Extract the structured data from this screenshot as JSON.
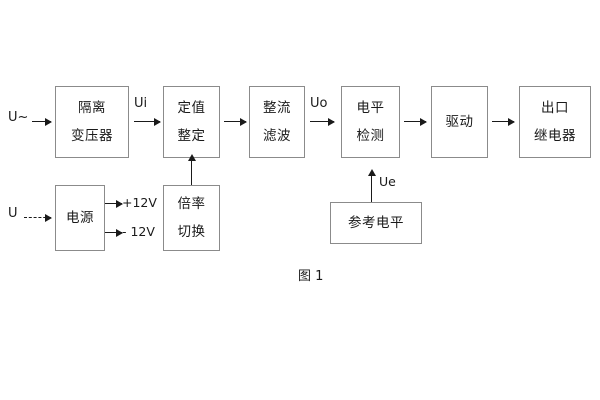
{
  "figure": {
    "caption": "图 1",
    "stroke_color": "#8b8b8b",
    "arrow_color": "#1a1a1a",
    "text_color": "#1a1a1a",
    "background": "#ffffff"
  },
  "inputs": {
    "ac_source": "U~",
    "dc_source": "U"
  },
  "signals": {
    "ui": "Ui",
    "uo": "Uo",
    "ue": "Ue"
  },
  "rails": {
    "positive": "+12V",
    "negative": "- 12V"
  },
  "blocks": [
    {
      "id": "isolation-transformer",
      "lines": [
        "隔离",
        "变压器"
      ]
    },
    {
      "id": "setting-value",
      "lines": [
        "定值",
        "整定"
      ]
    },
    {
      "id": "rectifier-filter",
      "lines": [
        "整流",
        "滤波"
      ]
    },
    {
      "id": "level-detection",
      "lines": [
        "电平",
        "检测"
      ]
    },
    {
      "id": "drive",
      "lines": [
        "驱动"
      ]
    },
    {
      "id": "output-relay",
      "lines": [
        "出口",
        "继电器"
      ]
    },
    {
      "id": "power-supply",
      "lines": [
        "电源"
      ]
    },
    {
      "id": "multiplier-switch",
      "lines": [
        "倍率",
        "切换"
      ]
    },
    {
      "id": "reference-level",
      "lines": [
        "参考电平"
      ]
    }
  ]
}
